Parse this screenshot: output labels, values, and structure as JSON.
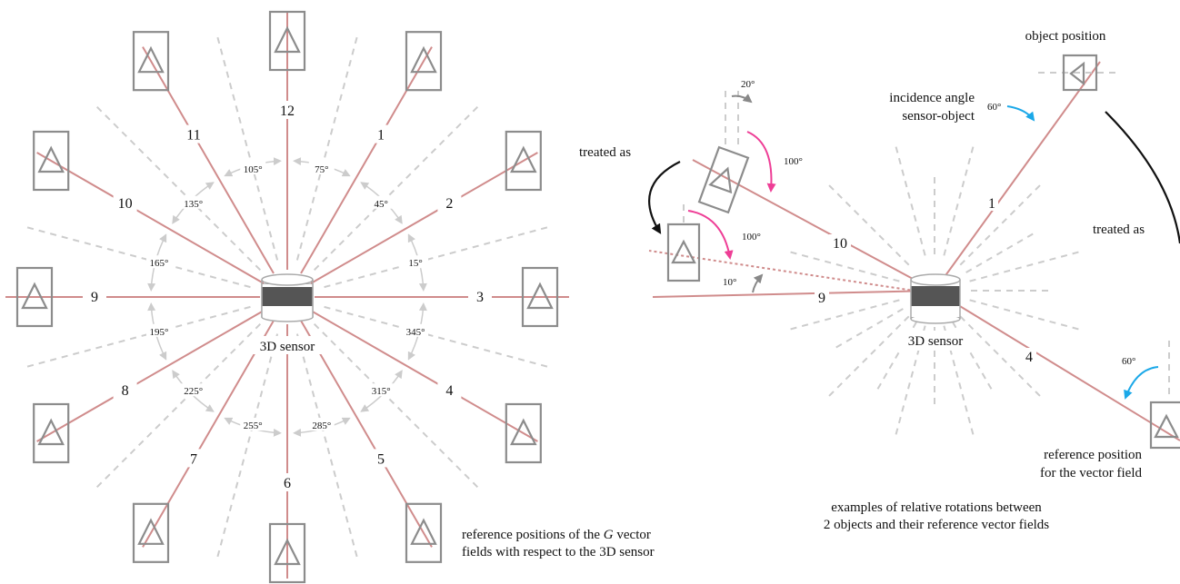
{
  "left_panel": {
    "sensor_label": "3D sensor",
    "directions": [
      {
        "number": "3",
        "angle_deg": 0
      },
      {
        "number": "2",
        "angle_deg": 30
      },
      {
        "number": "1",
        "angle_deg": 60
      },
      {
        "number": "12",
        "angle_deg": 90
      },
      {
        "number": "11",
        "angle_deg": 120
      },
      {
        "number": "10",
        "angle_deg": 150
      },
      {
        "number": "9",
        "angle_deg": 180
      },
      {
        "number": "8",
        "angle_deg": 210
      },
      {
        "number": "7",
        "angle_deg": 240
      },
      {
        "number": "6",
        "angle_deg": 270
      },
      {
        "number": "5",
        "angle_deg": 300
      },
      {
        "number": "4",
        "angle_deg": 330
      }
    ],
    "sector_angles": [
      "15°",
      "45°",
      "75°",
      "105°",
      "135°",
      "165°",
      "195°",
      "225°",
      "255°",
      "285°",
      "315°",
      "345°"
    ],
    "caption_line1_before": "reference positions of the ",
    "caption_symbol": "G",
    "caption_line1_after": " vector",
    "caption_line2": "fields with respect to the 3D sensor"
  },
  "right_panel": {
    "sensor_label": "3D sensor",
    "ray_labels": {
      "r1": "1",
      "r10": "10",
      "r9": "9",
      "r4": "4"
    },
    "treated_as_left": "treated as",
    "treated_as_right": "treated as",
    "angle_20": "20°",
    "angle_100_top": "100°",
    "angle_100_bottom": "100°",
    "angle_10": "10°",
    "angle_60_top": "60°",
    "angle_60_bottom": "60°",
    "object_position": "object position",
    "incidence_line1": "incidence angle",
    "incidence_line2": "sensor-object",
    "reference_line1": "reference position",
    "reference_line2": "for the vector field",
    "caption_line1": "examples of relative rotations between",
    "caption_line2": "2 objects and their reference vector fields"
  },
  "colors": {
    "ray": "#d08c8c",
    "dash": "#cccccc",
    "box": "#8c8c8c",
    "arc": "#cccccc",
    "magenta": "#ee3e96",
    "blue": "#1ba8e8",
    "black": "#111111",
    "sensor_band": "#555555"
  }
}
